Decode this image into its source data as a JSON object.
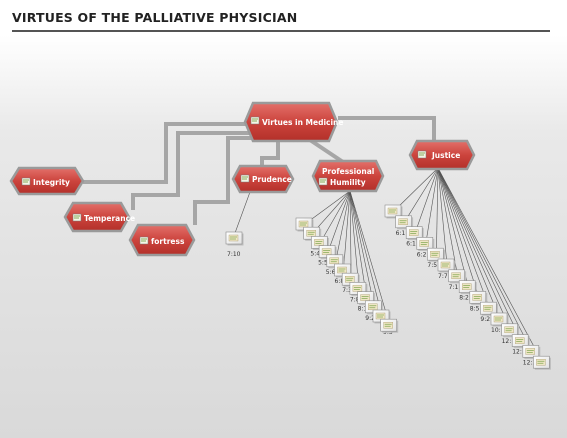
{
  "title": "VIRTUES OF THE PALLIATIVE PHYSICIAN",
  "colors": {
    "node_fill": "#c9403a",
    "node_border": "#9a9a9a",
    "connector": "#a6a6a6",
    "leaf_line": "#555555"
  },
  "nodes": {
    "root": {
      "label": "Virtues in Medicine",
      "icon": "note-icon"
    },
    "integrity": {
      "label": "Integrity",
      "icon": "note-icon"
    },
    "temperance": {
      "label": "Temperance",
      "icon": "note-icon"
    },
    "fortress": {
      "label": "fortress",
      "icon": "note-icon"
    },
    "prudence": {
      "label": "Prudence",
      "icon": "note-icon"
    },
    "humility": {
      "label_line1": "Professional",
      "label_line2": "Humility",
      "icon": "note-icon"
    },
    "justice": {
      "label": "Justice",
      "icon": "note-icon"
    }
  },
  "leaf_labels": {
    "prudence": [
      "7:10"
    ],
    "humility": [
      "5:4",
      "5:5",
      "5:6",
      "6:8",
      "7:3",
      "7:8",
      "8:1",
      "9:2",
      "9:3"
    ],
    "justice": [
      "6:1",
      "6:1",
      "6:2",
      "7:5",
      "7:7",
      "7:1",
      "8:2",
      "8:5",
      "9:2",
      "10:",
      "12:",
      "12:",
      "12:21"
    ]
  }
}
